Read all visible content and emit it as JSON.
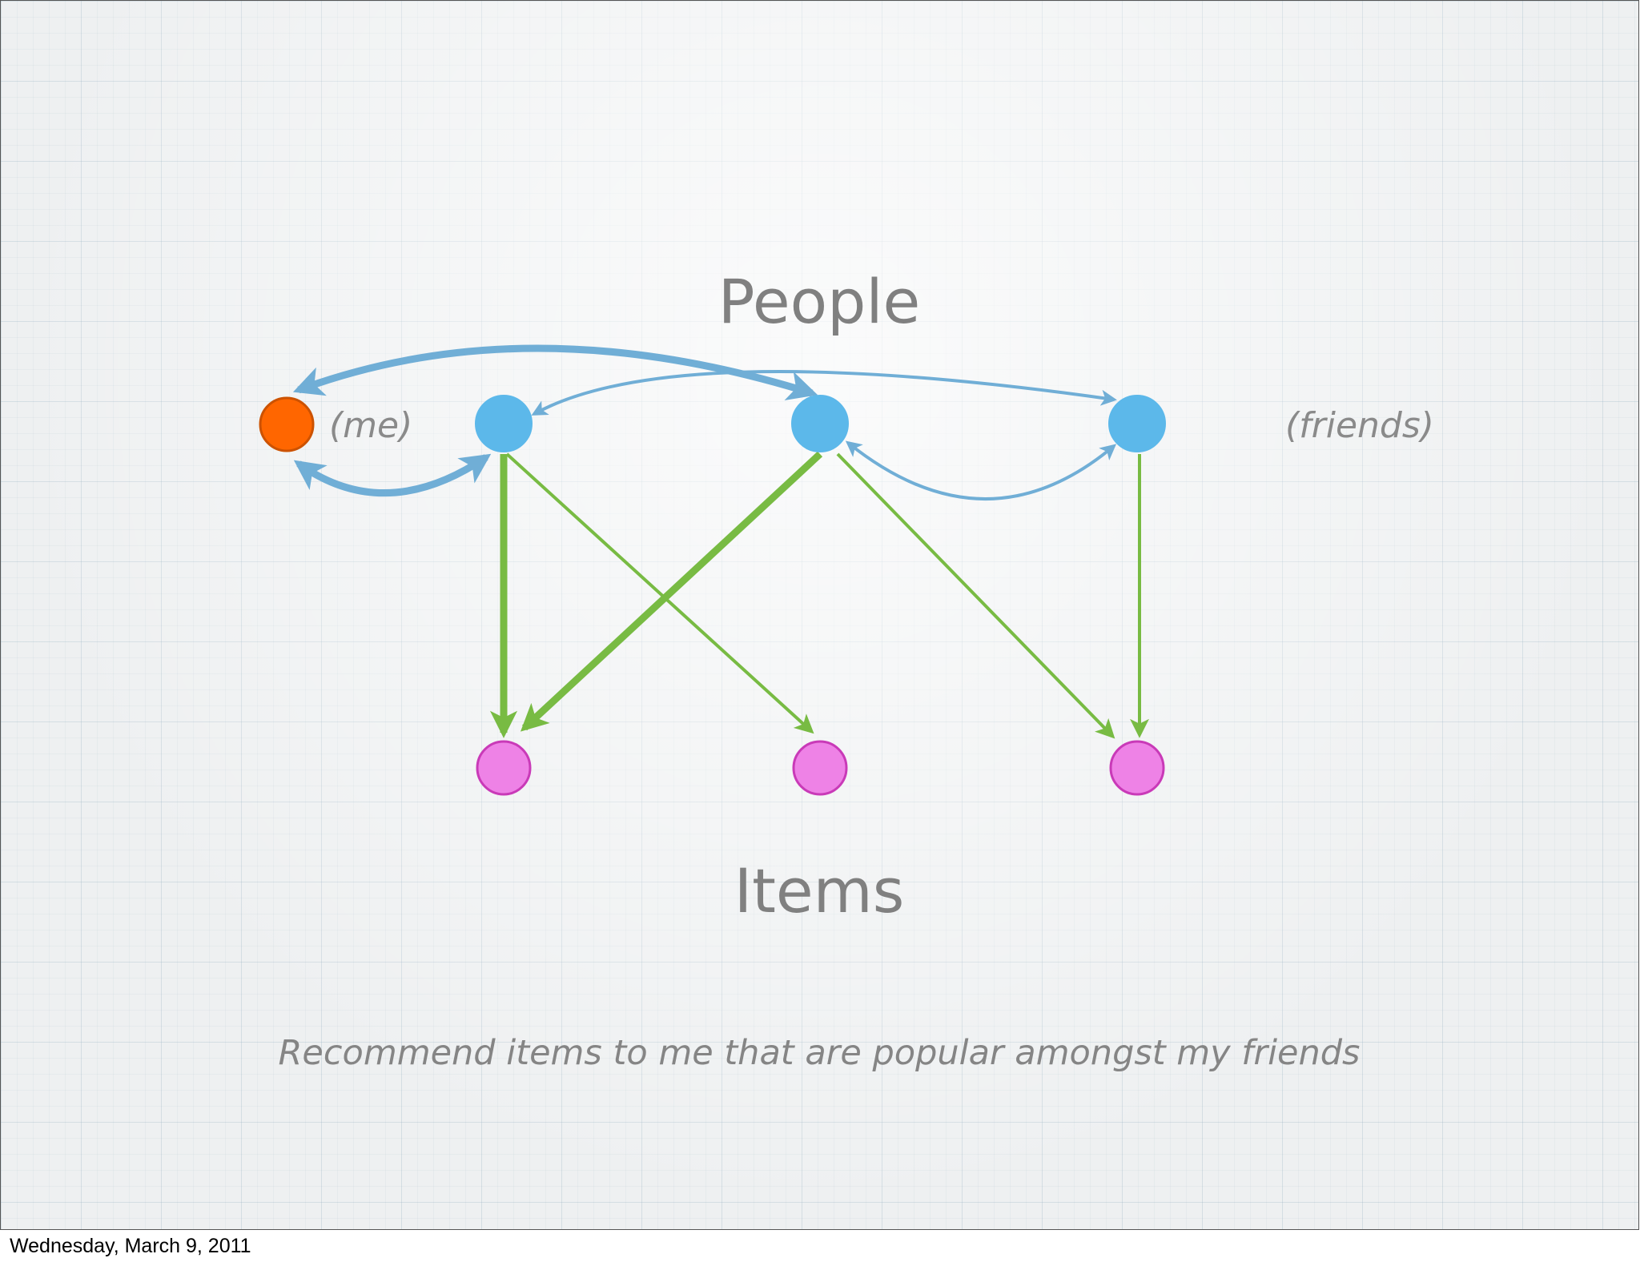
{
  "diagram": {
    "title_people": "People",
    "title_items": "Items",
    "label_me": "(me)",
    "label_friends": "(friends)",
    "caption": "Recommend items to me that are popular amongst my friends",
    "nodes": [
      {
        "id": "me",
        "kind": "person",
        "role": "me"
      },
      {
        "id": "friend-1",
        "kind": "person",
        "role": "friend"
      },
      {
        "id": "friend-2",
        "kind": "person",
        "role": "friend"
      },
      {
        "id": "friend-3",
        "kind": "person",
        "role": "friend"
      },
      {
        "id": "item-1",
        "kind": "item"
      },
      {
        "id": "item-2",
        "kind": "item"
      },
      {
        "id": "item-3",
        "kind": "item"
      }
    ],
    "edges": [
      {
        "from": "me",
        "to": "friend-1",
        "type": "friendship",
        "weight": "heavy"
      },
      {
        "from": "me",
        "to": "friend-2",
        "type": "friendship",
        "weight": "heavy"
      },
      {
        "from": "friend-1",
        "to": "friend-3",
        "type": "friendship",
        "weight": "light"
      },
      {
        "from": "friend-2",
        "to": "friend-3",
        "type": "friendship",
        "weight": "light"
      },
      {
        "from": "friend-1",
        "to": "item-1",
        "type": "likes",
        "weight": "heavy"
      },
      {
        "from": "friend-1",
        "to": "item-2",
        "type": "likes",
        "weight": "light"
      },
      {
        "from": "friend-2",
        "to": "item-1",
        "type": "likes",
        "weight": "heavy"
      },
      {
        "from": "friend-2",
        "to": "item-3",
        "type": "likes",
        "weight": "light"
      },
      {
        "from": "friend-3",
        "to": "item-3",
        "type": "likes",
        "weight": "light"
      }
    ]
  },
  "colors": {
    "me_fill": "#ff6600",
    "me_stroke": "#cc5200",
    "person_fill": "#5cb8ea",
    "item_fill": "#ee82e6",
    "item_stroke": "#c93ab8",
    "friendship_edge": "#70aed6",
    "likes_edge": "#78bb43",
    "text_gray": "#808080"
  },
  "footer": {
    "date": "Wednesday, March 9, 2011"
  }
}
